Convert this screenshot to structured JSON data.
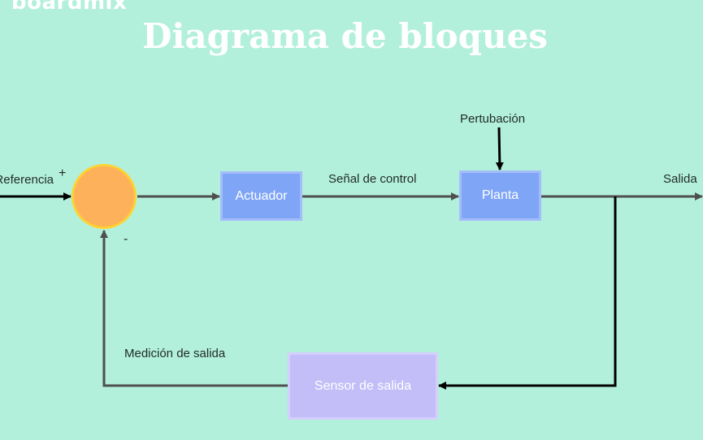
{
  "brand": {
    "logo": "boardmix"
  },
  "header": {
    "title": "Diagrama de bloques"
  },
  "diagram": {
    "summing_junction": {
      "plus_sign": "+",
      "minus_sign": "-"
    },
    "blocks": {
      "actuator": "Actuador",
      "plant": "Planta",
      "sensor": "Sensor de salida"
    },
    "labels": {
      "reference": "Referencia",
      "control_signal": "Señal de control",
      "disturbance": "Pertubación",
      "output": "Salida",
      "measurement": "Medición de salida"
    },
    "colors": {
      "background": "#b3f0db",
      "process_block": "#7fa5f7",
      "sensor_block": "#c3bdf8",
      "summing_junction": "#fdb15a",
      "summing_junction_border": "#ffd233"
    }
  }
}
